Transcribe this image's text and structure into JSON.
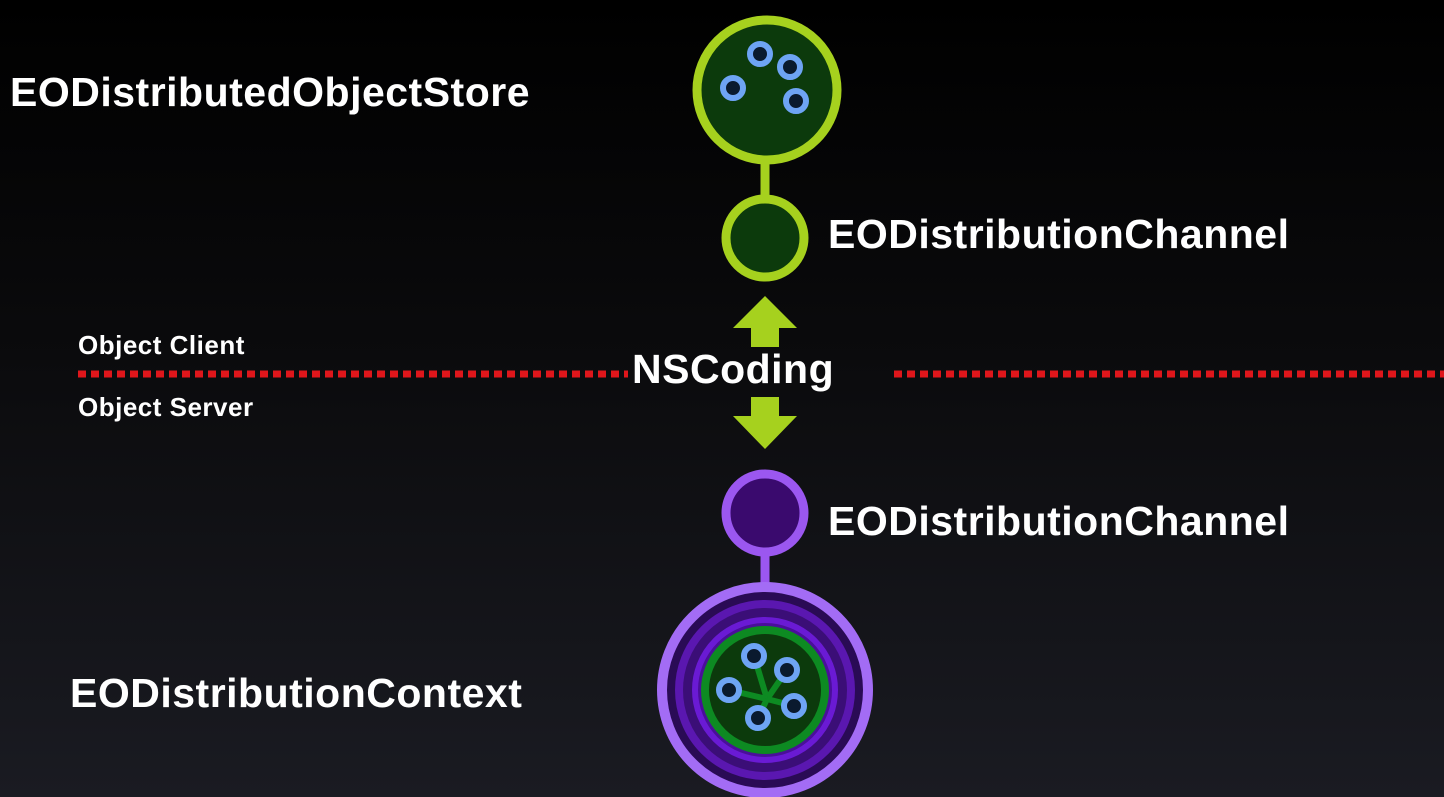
{
  "diagram": {
    "store_label": "EODistributedObjectStore",
    "client_channel_label": "EODistributionChannel",
    "server_channel_label": "EODistributionChannel",
    "context_label": "EODistributionContext",
    "object_client_label": "Object Client",
    "object_server_label": "Object Server",
    "nscoding_label": "NSCoding"
  },
  "colors": {
    "background": "#000000",
    "client_green": "#a6d11e",
    "client_fill": "#0c3a0c",
    "server_purple": "#9b57f0",
    "server_fill": "#3a0a6e",
    "divider_red": "#e0161b",
    "object_blue": "#6ea4f4",
    "context_inner_green": "#0d8a22"
  }
}
